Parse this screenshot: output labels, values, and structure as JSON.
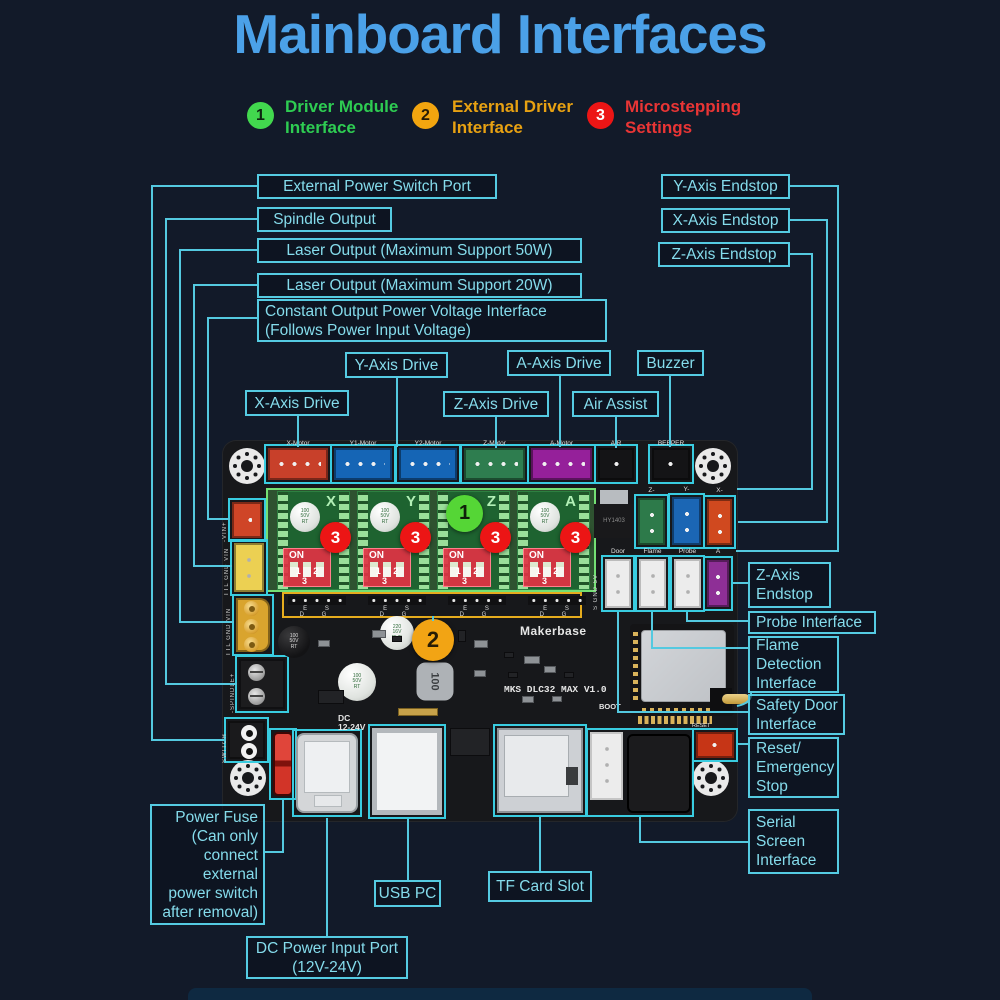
{
  "title": "Mainboard Interfaces",
  "legend": [
    {
      "num": "1",
      "label": "Driver Module\nInterface"
    },
    {
      "num": "2",
      "label": "External Driver\nInterface"
    },
    {
      "num": "3",
      "label": "Microstepping\nSettings"
    }
  ],
  "callouts": {
    "left": [
      "External Power Switch Port",
      "Spindle Output",
      "Laser Output (Maximum Support 50W)",
      "Laser Output (Maximum Support 20W)",
      "Constant Output Power Voltage Interface\n(Follows Power Input Voltage)"
    ],
    "top_right": [
      "Y-Axis Endstop",
      "X-Axis Endstop",
      "Z-Axis Endstop"
    ],
    "drives": [
      "X-Axis Drive",
      "Y-Axis Drive",
      "Z-Axis Drive",
      "A-Axis Drive",
      "Air Assist",
      "Buzzer"
    ],
    "right": [
      "Z-Axis\nEndstop",
      "Probe Interface",
      "Flame\nDetection\nInterface",
      "Safety Door\nInterface",
      "Reset/\nEmergency\nStop",
      "Serial\nScreen\nInterface"
    ],
    "bottom": {
      "power_fuse": "Power Fuse\n(Can only\nconnect\nexternal\npower switch\nafter removal)",
      "usb": "USB PC",
      "tf": "TF Card Slot",
      "dc": "DC Power Input Port\n(12V-24V)"
    }
  },
  "board": {
    "motor_connectors": [
      {
        "label": "X-Motor"
      },
      {
        "label": "Y1-Motor"
      },
      {
        "label": "Y2-Motor"
      },
      {
        "label": "Z-Motor"
      },
      {
        "label": "A-Motor"
      },
      {
        "label": "AIR"
      },
      {
        "label": "BEEPER"
      }
    ],
    "driver_modules": [
      {
        "letter": "X"
      },
      {
        "letter": "Y"
      },
      {
        "letter": "Z"
      },
      {
        "letter": "A"
      }
    ],
    "badges": {
      "driver": "1",
      "external": "2",
      "microstepping": "3"
    },
    "left_ports": [
      "-VIN+",
      "TTL GND VIN",
      "TTL GND VIN",
      "-SPINDLE+",
      "SWITCH"
    ],
    "endstop_connectors": [
      {
        "label": "Z-"
      },
      {
        "label": "Y-"
      },
      {
        "label": "X-"
      }
    ],
    "io_labels": [
      "Door",
      "Flame",
      "Probe",
      "A"
    ],
    "io_pin_label": "S GND 5V",
    "silk": {
      "brand": "Makerbase",
      "model": "MKS DLC32 MAX V1.0",
      "boot": "BOOT",
      "reset": "RESET",
      "dc": "DC\n12-24V",
      "esdg": "E S D G",
      "dip_on": "ON",
      "dip_nums": "1 2 3",
      "cap_drv": "100\n50V\nRT",
      "cap220": "220\n16V\nRVE",
      "cap100": "100\n50V\nRT",
      "inductor": "100",
      "mosfet": "HY1403"
    }
  },
  "colors": {
    "background": "#121a29",
    "title": "#4ba1e8",
    "callout": "#55cbe2",
    "legend_green": "#42d84e",
    "legend_orange": "#f2a50f",
    "legend_red": "#ec1515",
    "x_motor": "#c8402a",
    "y_motor": "#1565b5",
    "z_motor": "#2e7d4f",
    "a_motor": "#95209a",
    "endstop_z": "#2d7a4a",
    "endstop_y": "#1b66b4",
    "endstop_x": "#d0491f",
    "io_a": "#8e2f96"
  }
}
